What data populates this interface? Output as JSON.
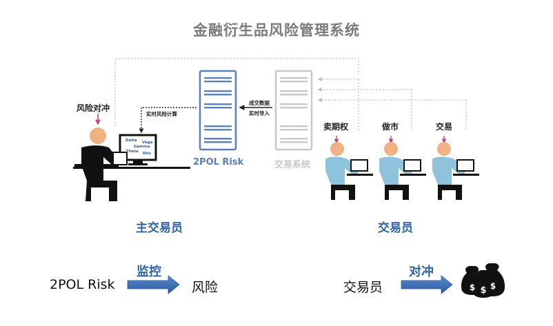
{
  "title": "金融衍生品风险管理系统",
  "hedging_label": "风险对冲",
  "realtime_calc_label": "实时风险计算",
  "trade_data_label": "成交数据",
  "realtime_import_label": "实时导入",
  "server_2pol_label": "2POL Risk",
  "server_trading_label": "交易系统",
  "monitor_words": [
    "Delta",
    "Vega",
    "Gamma",
    "Theta",
    "Rho"
  ],
  "traders": [
    {
      "label": "卖期权"
    },
    {
      "label": "做市"
    },
    {
      "label": "交易"
    }
  ],
  "main_trader_label": "主交易员",
  "traders_group_label": "交易员",
  "bottom": {
    "left_source": "2POL Risk",
    "left_action": "监控",
    "left_target": "风险",
    "right_source": "交易员",
    "right_action": "对冲"
  },
  "colors": {
    "title": "#7a7a7a",
    "accent_blue": "#2e62a3",
    "server_blue": "#5b7fb8",
    "server_gray": "#c8c8c8",
    "person_main": "#111111",
    "person_trader": "#8fc3dc",
    "head": "#f0b183",
    "pink_arrow": "#c0457c",
    "dotted": "#bbbbbb"
  }
}
